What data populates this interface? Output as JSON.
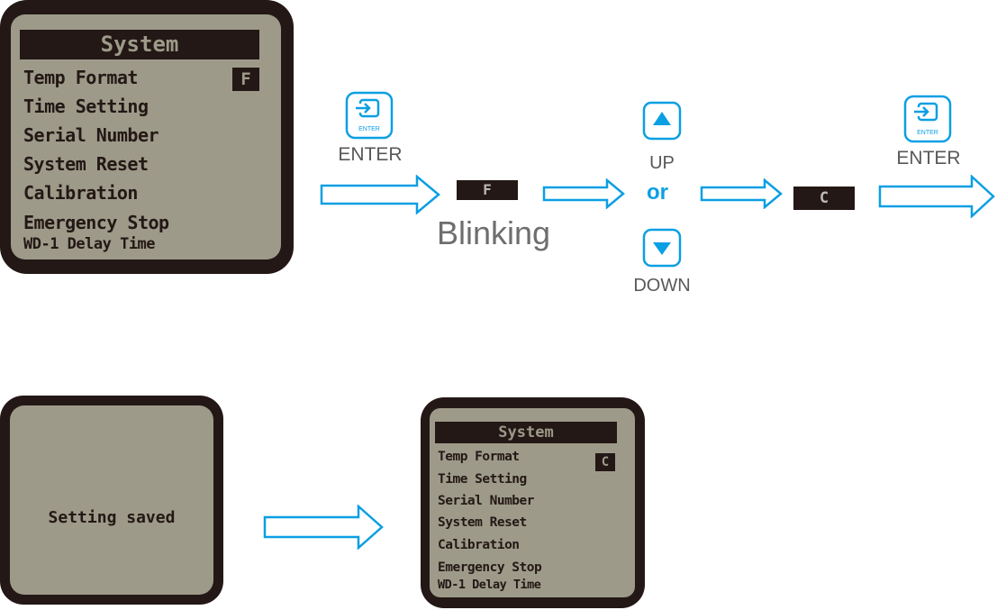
{
  "screen1": {
    "title": "System",
    "items": [
      "Temp Format",
      "Time Setting",
      "Serial Number",
      "System Reset",
      "Calibration",
      "Emergency Stop",
      "WD-1 Delay Time"
    ],
    "value": "F"
  },
  "step_enter_1": {
    "icon_text": "ENTER",
    "label": "ENTER"
  },
  "blink_chip": {
    "text": "F",
    "label": "Blinking"
  },
  "up_button": {
    "label": "UP"
  },
  "down_button": {
    "label": "DOWN"
  },
  "or_text": "or",
  "chip_c": {
    "text": "C"
  },
  "step_enter_2": {
    "icon_text": "ENTER",
    "label": "ENTER"
  },
  "saved_screen": {
    "message": "Setting saved"
  },
  "screen2": {
    "title": "System",
    "items": [
      "Temp Format",
      "Time Setting",
      "Serial Number",
      "System Reset",
      "Calibration",
      "Emergency Stop",
      "WD-1 Delay Time"
    ],
    "value": "C"
  },
  "colors": {
    "accent": "#0b9fe3",
    "lcd_bg": "#9d9a89",
    "frame": "#231815"
  }
}
